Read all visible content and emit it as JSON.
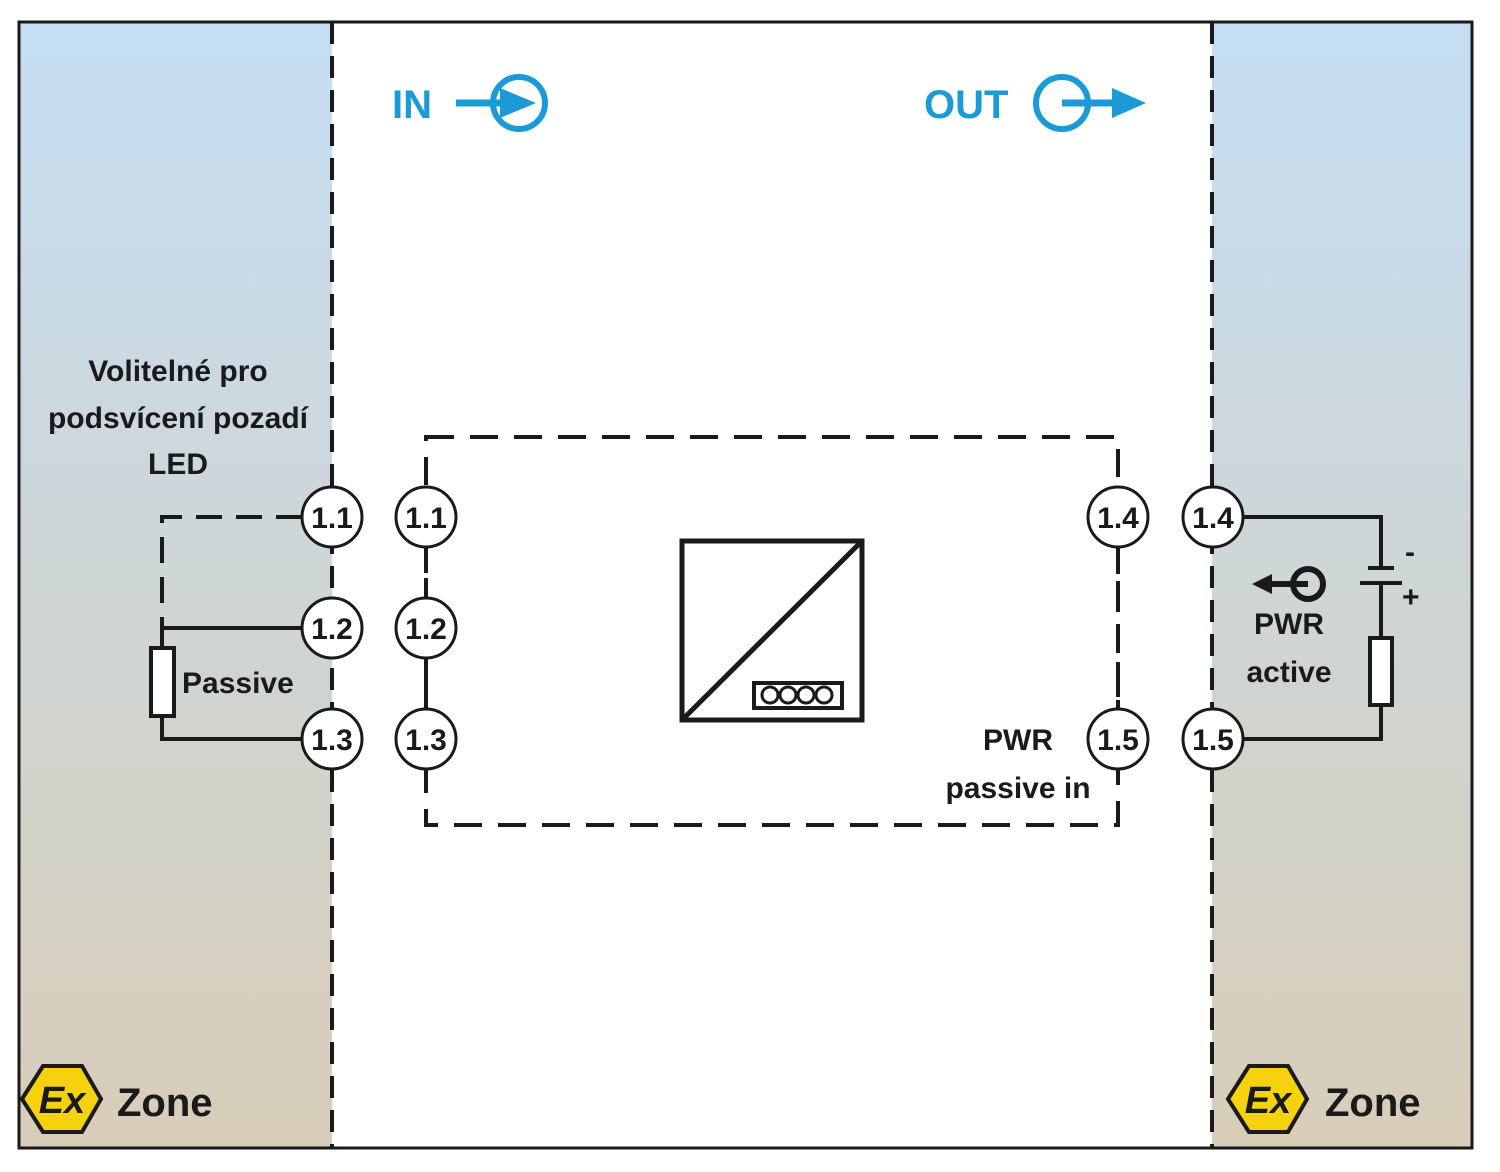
{
  "in_label": "IN",
  "out_label": "OUT",
  "optional_note": [
    "Volitelné pro",
    "podsvícení pozadí",
    "LED"
  ],
  "passive_label": "Passive",
  "pwr_passive_in": [
    "PWR",
    "passive in"
  ],
  "pwr_active": [
    "PWR",
    "active"
  ],
  "zone_label": "Zone",
  "ex_mark": "Ex",
  "polarity_minus": "-",
  "polarity_plus": "+",
  "terminals": {
    "left_outer": [
      "1.1",
      "1.2",
      "1.3"
    ],
    "left_inner": [
      "1.1",
      "1.2",
      "1.3"
    ],
    "right_inner": [
      "1.4",
      "1.5"
    ],
    "right_outer": [
      "1.4",
      "1.5"
    ]
  },
  "colors": {
    "accent": "#1a9ad6",
    "zone_top": "#c5def3",
    "zone_bottom": "#d8cdb8",
    "ex_yellow": "#f5d10e",
    "ink": "#1a1a1a"
  }
}
